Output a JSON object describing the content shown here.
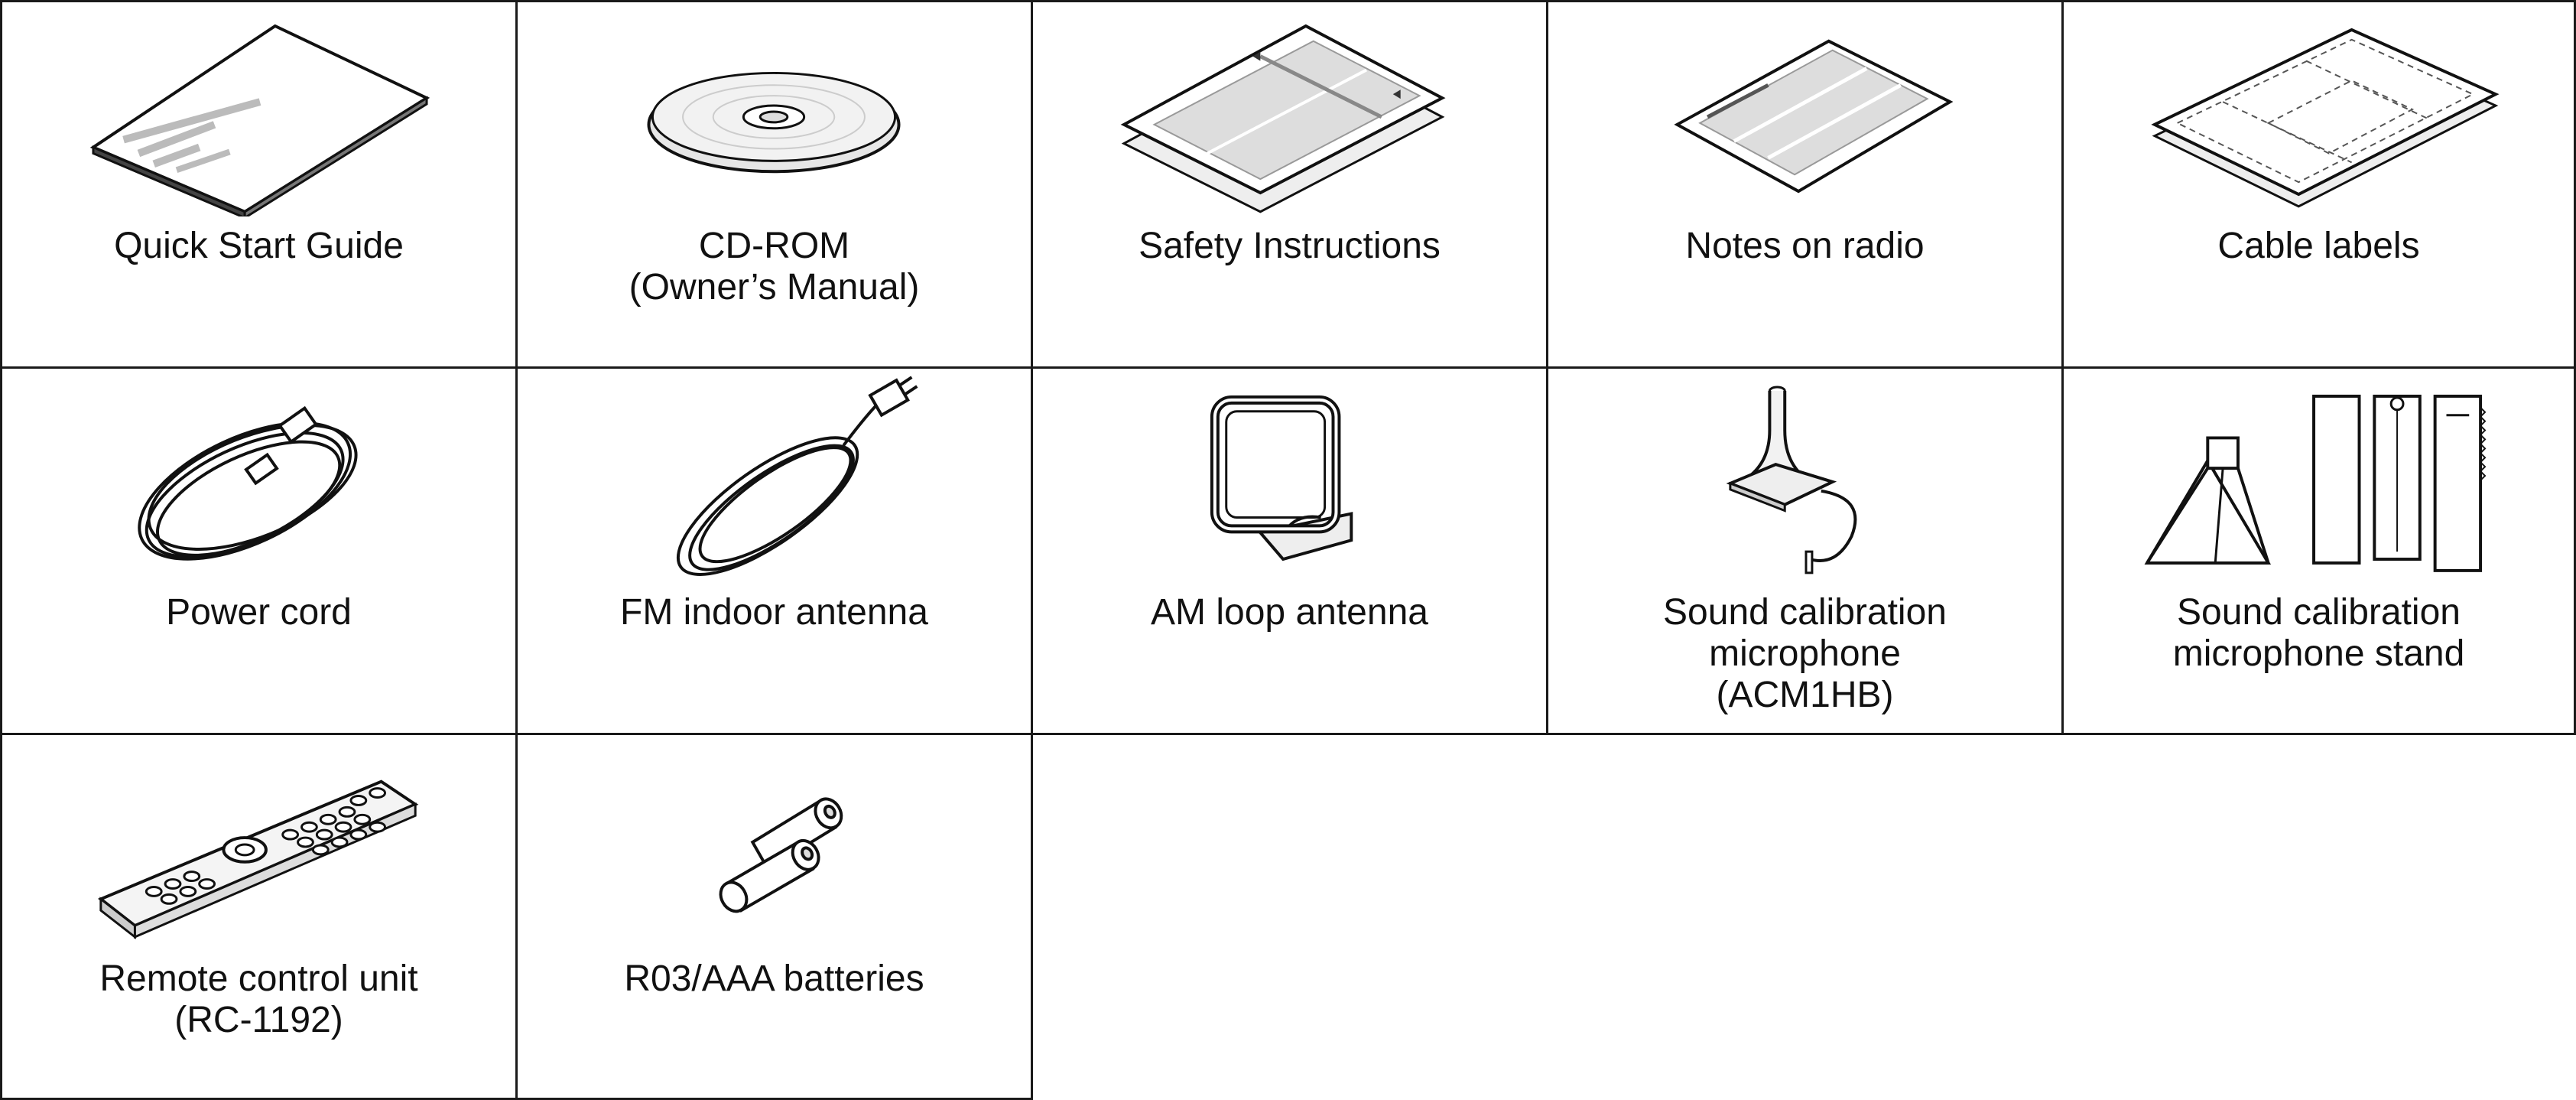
{
  "items": [
    {
      "id": "quick-start-guide",
      "label": "Quick Start Guide",
      "icon": "booklet-icon"
    },
    {
      "id": "cd-rom",
      "label": "CD-ROM\n(Owner’s Manual)",
      "icon": "disc-icon"
    },
    {
      "id": "safety-instructions",
      "label": "Safety Instructions",
      "icon": "leaflet-icon"
    },
    {
      "id": "notes-on-radio",
      "label": "Notes on radio",
      "icon": "sheet-icon"
    },
    {
      "id": "cable-labels",
      "label": "Cable labels",
      "icon": "label-sheet-icon"
    },
    {
      "id": "power-cord",
      "label": "Power cord",
      "icon": "power-cord-icon"
    },
    {
      "id": "fm-indoor-antenna",
      "label": "FM indoor antenna",
      "icon": "fm-antenna-icon"
    },
    {
      "id": "am-loop-antenna",
      "label": "AM loop antenna",
      "icon": "am-loop-antenna-icon"
    },
    {
      "id": "sound-calibration-microphone",
      "label": "Sound calibration\nmicrophone\n(ACM1HB)",
      "icon": "microphone-icon"
    },
    {
      "id": "sound-calibration-microphone-stand",
      "label": "Sound calibration\nmicrophone stand",
      "icon": "microphone-stand-icon"
    },
    {
      "id": "remote-control-unit",
      "label": "Remote control unit\n(RC-1192)",
      "icon": "remote-control-icon"
    },
    {
      "id": "batteries",
      "label": "R03/AAA batteries",
      "icon": "battery-icon"
    }
  ]
}
